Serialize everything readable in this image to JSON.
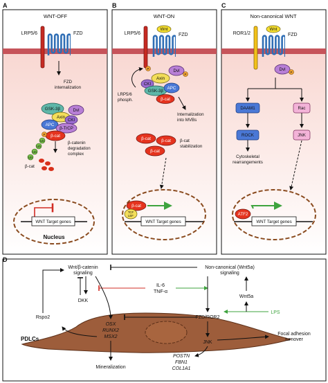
{
  "panels": {
    "a": {
      "letter": "A",
      "title": "WNT-OFF",
      "lrp": "LRP5/6",
      "fzd": "FZD",
      "fzd_internalization": [
        "FZD",
        "internalization"
      ],
      "complex": {
        "gsk": "GSK-3β",
        "axin": "Axin",
        "dvl": "Dvl",
        "apc": "APC",
        "ck": "CKI",
        "btrcp": "β-TrCP",
        "bcat": "β-cat",
        "p": "P",
        "ub": "Ub"
      },
      "degradation": [
        "β-catenin",
        "degradation",
        "complex"
      ],
      "bcat_label": "β-cat",
      "target": "WNT Target genes",
      "nucleus": "Nucleus"
    },
    "b": {
      "letter": "B",
      "title": "WNT-ON",
      "lrp": "LRP5/6",
      "fzd": "FZD",
      "wnt": "Wnt",
      "complex": {
        "axin": "Axin",
        "dvl": "Dvl",
        "ck": "CKI",
        "gsk": "GSK-3β",
        "apc": "APC",
        "bcat": "β-cat",
        "p": "P"
      },
      "phosph": [
        "LRP5/6",
        "phosph."
      ],
      "internalization": [
        "Internalization",
        "into MVBs"
      ],
      "bcat": "β-cat",
      "stabilization": [
        "β-cat",
        "stabilization"
      ],
      "tcf": [
        "TCF",
        "LEF"
      ],
      "target": "WNT Target genes"
    },
    "c": {
      "letter": "C",
      "title": "Non-canonical WNT",
      "ror": "ROR1/2",
      "fzd": "FZD",
      "wnt": "Wnt",
      "dvl": "Dvl",
      "p": "P",
      "daam": "DAAM1",
      "rock": "ROCK",
      "rac": "Rac",
      "jnk": "JNK",
      "cyto": [
        "Cytoskeletal",
        "rearrangements"
      ],
      "atf": "ATF2",
      "target": "WNT Target genes"
    },
    "d": {
      "letter": "D",
      "wnt_bcat": [
        "Wnt/β-catenin",
        "signaling"
      ],
      "noncanon": [
        "Non-canonical (Wnt5a)",
        "signaling"
      ],
      "il6": "IL-6",
      "tnf": "TNF-α",
      "wnt5a": "Wnt5a",
      "lps": "LPS",
      "dkk": "DKK",
      "rspo2": "Rspo2",
      "osx": "OSX",
      "runx2": "RUNX2",
      "msx2": "MSX2",
      "fzd_ror": "FZD/ROR2",
      "jnk": "JNK",
      "pdlcs": "PDLCs",
      "focal": [
        "Focal adhesion",
        "turnover"
      ],
      "postn": "POSTN",
      "fbn1": "FBN1",
      "col1a1": "COL1A1",
      "mineral": "Mineralization"
    }
  },
  "colors": {
    "cytoplasm_top": "#f8d6d0",
    "cytoplasm_bottom": "#ffffff",
    "membrane": "#c6545a",
    "fzd_blue": "#2f6eb5",
    "lrp_red": "#c62a22",
    "ror_yellow": "#f2c11a",
    "wnt_yellow": "#f5df30",
    "bcat_red": "#e5331e",
    "gsk_teal": "#5fb7a9",
    "axin_yellow": "#f3de5a",
    "dvl_purple": "#b87fd6",
    "apc_blue": "#4a78d6",
    "ck_purple": "#9a6bd0",
    "ub_green": "#79c24b",
    "p_orange": "#f3a534",
    "nucleus_brown": "#8a4b1f",
    "cell_brown": "#9d5d3b",
    "red_arrow": "#d12c24",
    "green_arrow": "#3ea33e"
  }
}
